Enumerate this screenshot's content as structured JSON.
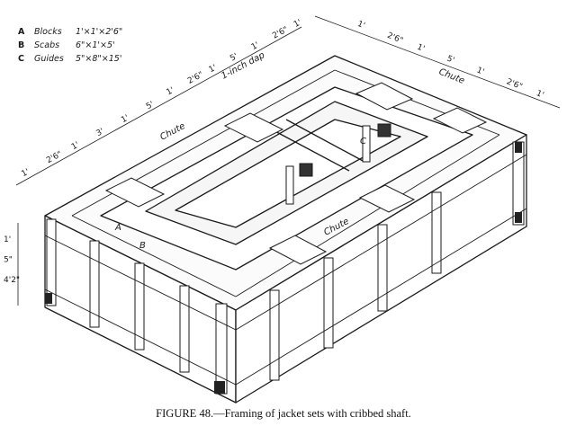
{
  "legend": [
    {
      "letter": "A",
      "name": "Blocks",
      "size": "1'×1'×2'6\""
    },
    {
      "letter": "B",
      "name": "Scabs",
      "size": "6\"×1'×5'"
    },
    {
      "letter": "C",
      "name": "Guides",
      "size": "5\"×8\"×15'"
    }
  ],
  "labels": {
    "chute_left": "Chute",
    "chute_right": "Chute",
    "chute_front": "Chute",
    "dap": "1-inch dap",
    "part_a": "A",
    "part_b": "B",
    "part_c": "C"
  },
  "dimensions": {
    "top_left": [
      "1'",
      "2'6\"",
      "1'",
      "5'",
      "1'",
      "2'6\"",
      "1'"
    ],
    "top_right": [
      "1'",
      "2'6\"",
      "1'",
      "5'",
      "1'",
      "2'6\"",
      "1'"
    ],
    "left_side": [
      "1'",
      "2'6\"",
      "1'",
      "3'",
      "1'",
      "5'"
    ],
    "height": [
      "1'",
      "5\"",
      "4'2\""
    ]
  },
  "caption": "FIGURE 48.—Framing of jacket sets with cribbed shaft."
}
